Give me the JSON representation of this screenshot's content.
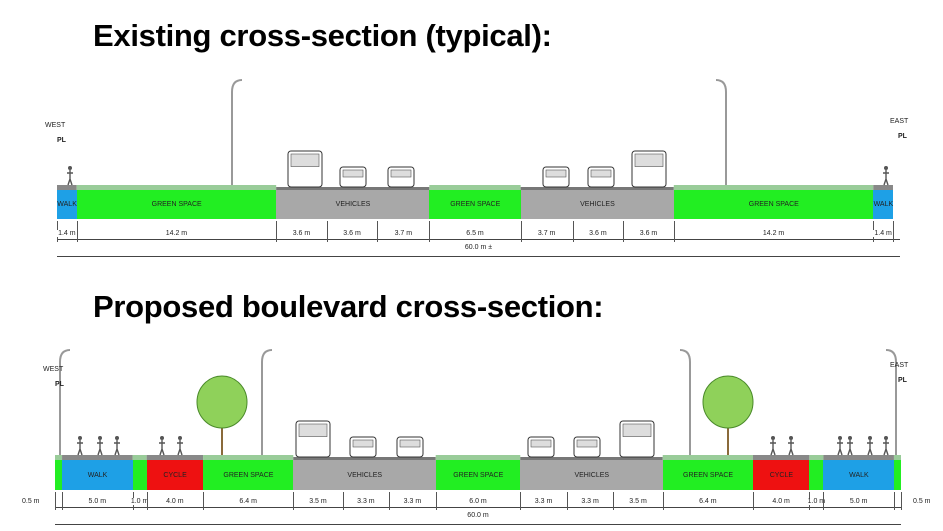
{
  "existing": {
    "title": "Existing cross-section (typical):",
    "west_label": "WEST",
    "east_label": "EAST",
    "pl_label": "PL",
    "total_label": "60.0 m ±",
    "bands": [
      {
        "m": 1.4,
        "label": "WALK",
        "color": "#1ea0e6"
      },
      {
        "m": 14.2,
        "label": "GREEN SPACE",
        "color": "#22ee22"
      },
      {
        "m": 10.9,
        "label": "VEHICLES",
        "color": "#a8a8a8"
      },
      {
        "m": 6.5,
        "label": "GREEN SPACE",
        "color": "#22ee22"
      },
      {
        "m": 10.9,
        "label": "VEHICLES",
        "color": "#a8a8a8"
      },
      {
        "m": 14.2,
        "label": "GREEN SPACE",
        "color": "#22ee22"
      },
      {
        "m": 1.4,
        "label": "WALK",
        "color": "#1ea0e6"
      }
    ],
    "dims": [
      {
        "m": 1.4,
        "label": "1.4 m"
      },
      {
        "m": 14.2,
        "label": "14.2 m"
      },
      {
        "m": 3.6,
        "label": "3.6 m"
      },
      {
        "m": 3.6,
        "label": "3.6 m"
      },
      {
        "m": 3.7,
        "label": "3.7 m"
      },
      {
        "m": 6.5,
        "label": "6.5 m"
      },
      {
        "m": 3.7,
        "label": "3.7 m"
      },
      {
        "m": 3.6,
        "label": "3.6 m"
      },
      {
        "m": 3.6,
        "label": "3.6 m"
      },
      {
        "m": 14.2,
        "label": "14.2 m"
      },
      {
        "m": 1.4,
        "label": "1.4 m"
      }
    ]
  },
  "proposed": {
    "title": "Proposed boulevard cross-section:",
    "west_label": "WEST",
    "east_label": "EAST",
    "pl_label": "PL",
    "total_label": "60.0 m",
    "edge_label_left": "0.5 m",
    "edge_label_right": "0.5 m",
    "bands": [
      {
        "m": 0.5,
        "label": "",
        "color": "#22ee22"
      },
      {
        "m": 5.0,
        "label": "WALK",
        "color": "#1ea0e6"
      },
      {
        "m": 1.0,
        "label": "",
        "color": "#22ee22"
      },
      {
        "m": 4.0,
        "label": "CYCLE",
        "color": "#ee1111"
      },
      {
        "m": 6.4,
        "label": "GREEN SPACE",
        "color": "#22ee22"
      },
      {
        "m": 10.1,
        "label": "VEHICLES",
        "color": "#a8a8a8"
      },
      {
        "m": 6.0,
        "label": "GREEN SPACE",
        "color": "#22ee22"
      },
      {
        "m": 10.1,
        "label": "VEHICLES",
        "color": "#a8a8a8"
      },
      {
        "m": 6.4,
        "label": "GREEN SPACE",
        "color": "#22ee22"
      },
      {
        "m": 4.0,
        "label": "CYCLE",
        "color": "#ee1111"
      },
      {
        "m": 1.0,
        "label": "",
        "color": "#22ee22"
      },
      {
        "m": 5.0,
        "label": "WALK",
        "color": "#1ea0e6"
      },
      {
        "m": 0.5,
        "label": "",
        "color": "#22ee22"
      }
    ],
    "dims": [
      {
        "m": 0.5,
        "label": ""
      },
      {
        "m": 5.0,
        "label": "5.0 m"
      },
      {
        "m": 1.0,
        "label": "1.0 m"
      },
      {
        "m": 4.0,
        "label": "4.0 m"
      },
      {
        "m": 6.4,
        "label": "6.4 m"
      },
      {
        "m": 3.5,
        "label": "3.5 m"
      },
      {
        "m": 3.3,
        "label": "3.3 m"
      },
      {
        "m": 3.3,
        "label": "3.3 m"
      },
      {
        "m": 6.0,
        "label": "6.0 m"
      },
      {
        "m": 3.3,
        "label": "3.3 m"
      },
      {
        "m": 3.3,
        "label": "3.3 m"
      },
      {
        "m": 3.5,
        "label": "3.5 m"
      },
      {
        "m": 6.4,
        "label": "6.4 m"
      },
      {
        "m": 4.0,
        "label": "4.0 m"
      },
      {
        "m": 1.0,
        "label": "1.0 m"
      },
      {
        "m": 5.0,
        "label": "5.0 m"
      },
      {
        "m": 0.5,
        "label": ""
      }
    ]
  }
}
